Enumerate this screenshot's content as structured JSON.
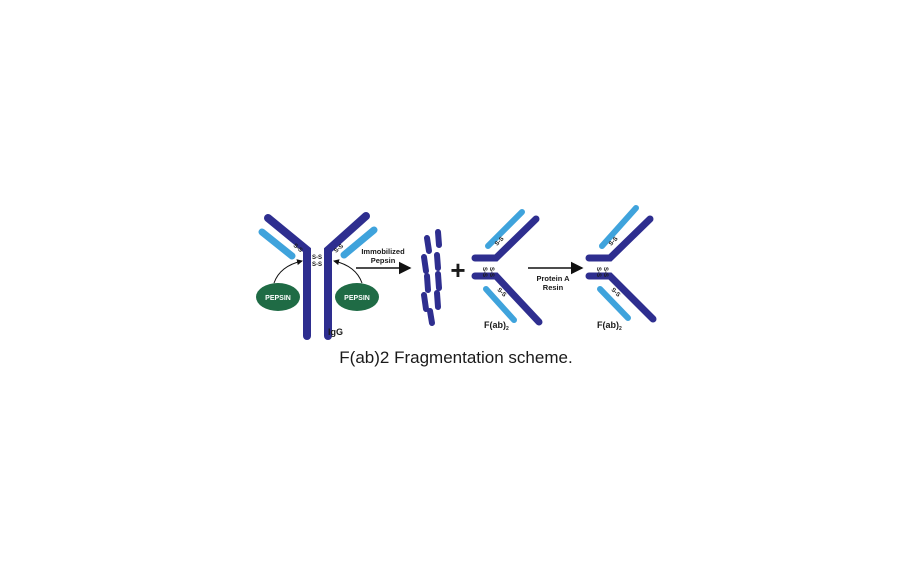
{
  "colors": {
    "heavy_chain": "#2e2e8f",
    "light_chain": "#3fa3dc",
    "pepsin": "#1f6b45",
    "arrow": "#111111",
    "text": "#1a1a1a"
  },
  "labels": {
    "pepsin_left": "PEPSIN",
    "pepsin_right": "PEPSIN",
    "igg": "IgG",
    "step1_line1": "Immobilized",
    "step1_line2": "Pepsin",
    "plus": "+",
    "fab2_left_main": "F(ab)",
    "fab2_left_sub": "2",
    "step2_line1": "Protein A",
    "step2_line2": "Resin",
    "fab2_right_main": "F(ab)",
    "fab2_right_sub": "2",
    "disulfide": "S-S"
  },
  "caption": "F(ab)2 Fragmentation scheme."
}
